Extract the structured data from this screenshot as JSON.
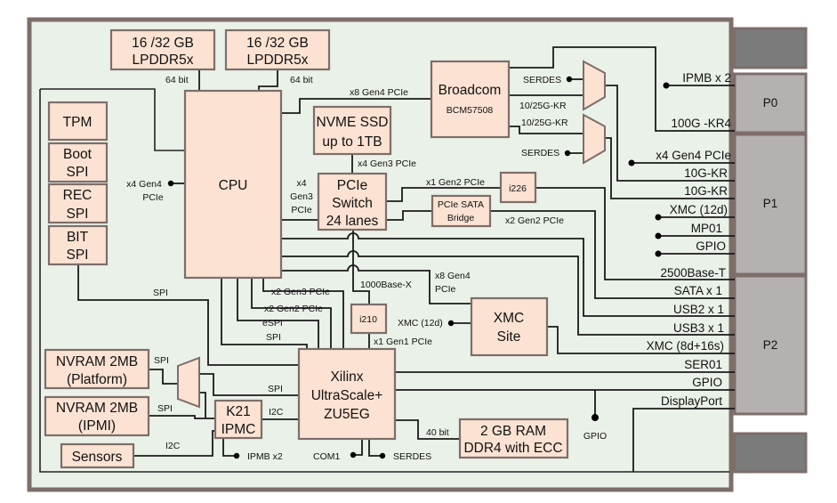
{
  "blocks": {
    "lpddr_left": {
      "line1": "16 /32 GB",
      "line2": "LPDDR5x"
    },
    "lpddr_right": {
      "line1": "16 /32 GB",
      "line2": "LPDDR5x"
    },
    "cpu": {
      "label": "CPU"
    },
    "tpm": {
      "label": "TPM"
    },
    "boot_spi": {
      "line1": "Boot",
      "line2": "SPI"
    },
    "rec_spi": {
      "line1": "REC",
      "line2": "SPI"
    },
    "bit_spi": {
      "line1": "BIT",
      "line2": "SPI"
    },
    "nvme": {
      "line1": "NVME SSD",
      "line2": "up to 1TB"
    },
    "pcie_switch": {
      "line1": "PCIe",
      "line2": "Switch",
      "line3": "24 lanes"
    },
    "broadcom": {
      "line1": "Broadcom",
      "line2": "BCM57508"
    },
    "i226": {
      "label": "i226"
    },
    "sata_bridge": {
      "line1": "PCIe SATA",
      "line2": "Bridge"
    },
    "i210": {
      "label": "i210"
    },
    "xmc_site": {
      "line1": "XMC",
      "line2": "Site"
    },
    "xilinx": {
      "line1": "Xilinx",
      "line2": "UltraScale+",
      "line3": "ZU5EG"
    },
    "ram": {
      "line1": "2 GB RAM",
      "line2": "DDR4 with ECC"
    },
    "nvram_platform": {
      "line1": "NVRAM 2MB",
      "line2": "(Platform)"
    },
    "nvram_ipmi": {
      "line1": "NVRAM 2MB",
      "line2": "(IPMI)"
    },
    "k21": {
      "line1": "K21",
      "line2": "IPMC"
    },
    "sensors": {
      "label": "Sensors"
    }
  },
  "connectors": {
    "p0": "P0",
    "p1": "P1",
    "p2": "P2"
  },
  "links": {
    "lpddr_left_bus": "64 bit",
    "lpddr_right_bus": "64 bit",
    "cpu_broadcom": "x8 Gen4 PCIe",
    "nvme_switch": "x4 Gen3 PCIe",
    "cpu_switch_1": "x4",
    "cpu_switch_2": "Gen3",
    "cpu_switch_3": "PCIe",
    "cpu_left_1": "x4 Gen4",
    "cpu_left_2": "PCIe",
    "switch_i226": "x1 Gen2 PCIe",
    "bridge_out": "x2 Gen2 PCIe",
    "serdes_top": "SERDES",
    "serdes_bottom": "SERDES",
    "kr_top": "10/25G-KR",
    "kr_bottom": "10/25G-KR",
    "base_x": "1000Base-X",
    "xmc_pcie_1": "x8 Gen4",
    "xmc_pcie_2": "PCIe",
    "xmc_12d": "XMC (12d)",
    "i210_pcie": "x1 Gen1 PCIe",
    "x2_gen3": "x2 Gen3 PCIe",
    "x2_gen2": "x2 Gen2 PCIe",
    "espi": "eSPI",
    "spi_cpu_fpga": "SPI",
    "spi_bit": "SPI",
    "spi_nvram_platform": "SPI",
    "spi_nvram_ipmi": "SPI",
    "spi_mux_fpga": "SPI",
    "i2c_k21_fpga": "I2C",
    "i2c_sensors": "I2C",
    "ipmb_k21": "IPMB x2",
    "com1": "COM1",
    "serdes_fpga": "SERDES",
    "ram_bus": "40 bit",
    "gpio_fpga": "GPIO"
  },
  "pins": [
    "IPMB x 2",
    "100G -KR4",
    "x4 Gen4 PCIe",
    "10G-KR",
    "10G-KR",
    "XMC (12d)",
    "MP01",
    "GPIO",
    "2500Base-T",
    "SATA x 1",
    "USB2 x 1",
    "USB3 x 1",
    "XMC (8d+16s)",
    "SER01",
    "GPIO",
    "DisplayPort"
  ]
}
